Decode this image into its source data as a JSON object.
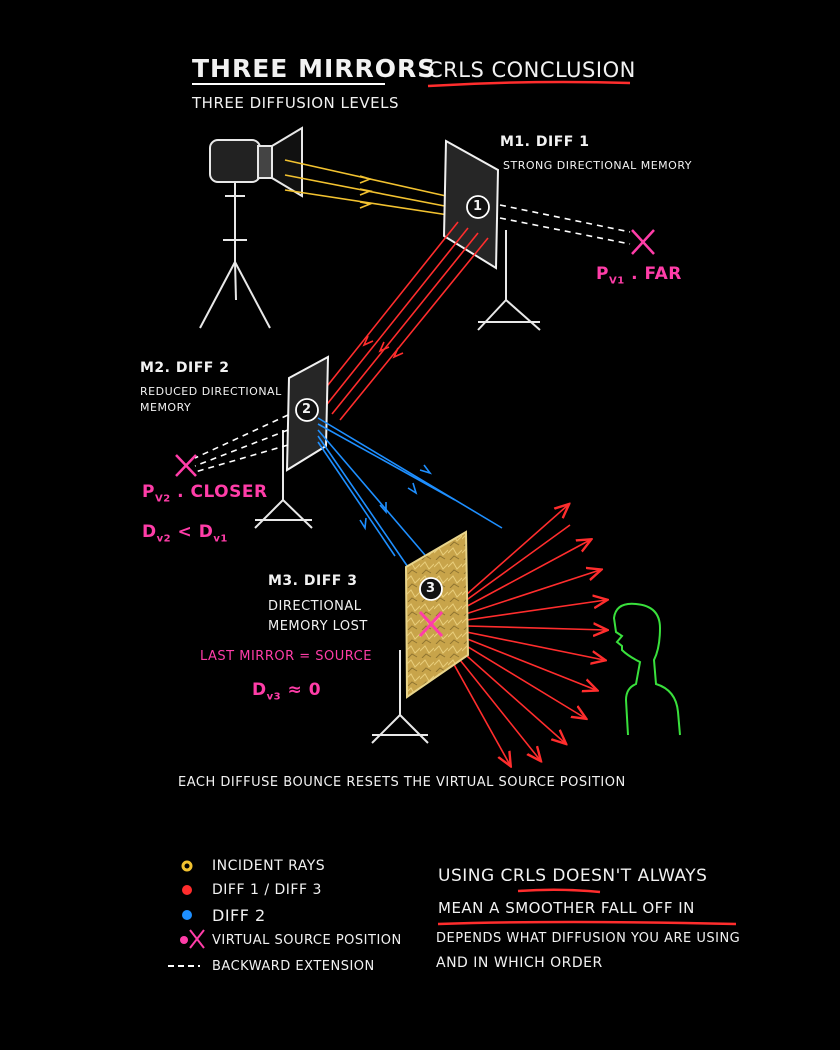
{
  "header": {
    "title": "THREE MIRRORS",
    "subtitle": "THREE DIFFUSION LEVELS",
    "conclusion": "CRLS CONCLUSION"
  },
  "mirror1": {
    "heading": "M1. DIFF 1",
    "description": "STRONG DIRECTIONAL MEMORY",
    "number": "1",
    "virtual_source_label": "P",
    "virtual_source_sub": "v1",
    "virtual_source_suffix": ". FAR"
  },
  "mirror2": {
    "heading": "M2. DIFF 2",
    "description_line1": "REDUCED DIRECTIONAL",
    "description_line2": "MEMORY",
    "number": "2",
    "virtual_source_label": "P",
    "virtual_source_sub": "v2",
    "virtual_source_suffix": ". CLOSER",
    "inequality": {
      "left": "D",
      "left_sub": "v2",
      "operator": "<",
      "right": "D",
      "right_sub": "v1"
    }
  },
  "mirror3": {
    "heading": "M3. DIFF 3",
    "description_line1": "DIRECTIONAL",
    "description_line2": "MEMORY LOST",
    "number": "3",
    "last_mirror_note": "LAST MIRROR = SOURCE",
    "approx": {
      "left": "D",
      "left_sub": "v3",
      "operator": "≈",
      "right": "0"
    }
  },
  "caption": "EACH DIFFUSE BOUNCE RESETS THE VIRTUAL SOURCE POSITION",
  "legend": {
    "items": [
      {
        "label": "INCIDENT RAYS",
        "color": "#f2c230"
      },
      {
        "label": "DIFF 1 / DIFF 3",
        "color": "#ff2d2d"
      },
      {
        "label": "DIFF 2",
        "color": "#1e8fff"
      },
      {
        "label": "VIRTUAL SOURCE POSITION",
        "color": "#ff3da8"
      },
      {
        "label": "BACKWARD EXTENSION",
        "color": "#ffffff"
      }
    ]
  },
  "conclusion_note": {
    "line1": "USING CRLS DOESN'T ALWAYS",
    "line2": "MEAN A SMOOTHER FALL OFF IN",
    "line3": "DEPENDS WHAT DIFFUSION YOU ARE USING",
    "line4": "AND IN WHICH ORDER"
  },
  "colors": {
    "incident": "#f2c230",
    "diff1_3": "#ff2d2d",
    "diff2": "#1e8fff",
    "virtual": "#ff3da8",
    "figure": "#39e03c",
    "underline": "#ff2d2d",
    "mirror3_fill": "#c8a44a"
  },
  "icons": {
    "light": "fresnel-light-icon",
    "person": "person-silhouette-icon",
    "virtual_source": "x-mark-icon"
  }
}
